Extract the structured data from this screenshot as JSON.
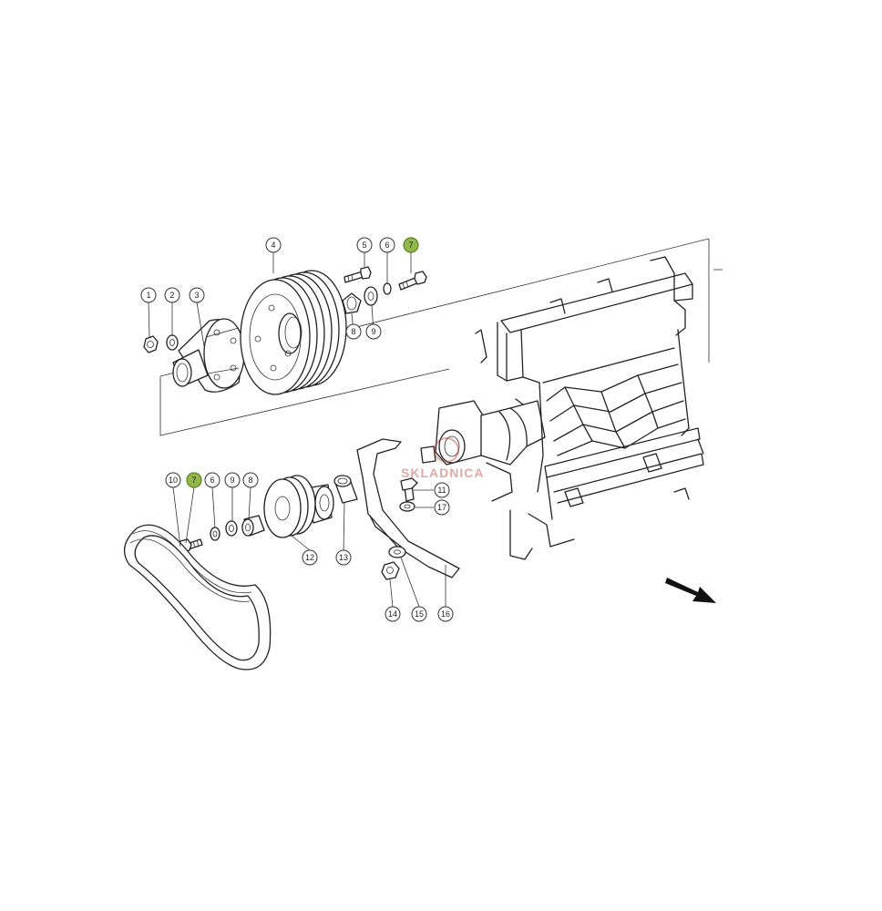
{
  "watermark": "SKLADNICA",
  "colors": {
    "highlight": "#93b84a",
    "line": "#222222",
    "watermark": "#c0413b"
  },
  "callouts": [
    {
      "id": "c1",
      "label": "1"
    },
    {
      "id": "c2",
      "label": "2"
    },
    {
      "id": "c3",
      "label": "3"
    },
    {
      "id": "c4",
      "label": "4"
    },
    {
      "id": "c5",
      "label": "5"
    },
    {
      "id": "c6top",
      "label": "6"
    },
    {
      "id": "c7top",
      "label": "7",
      "highlighted": true
    },
    {
      "id": "c8top",
      "label": "8"
    },
    {
      "id": "c9top",
      "label": "9"
    },
    {
      "id": "c10",
      "label": "10"
    },
    {
      "id": "c7bot",
      "label": "7",
      "highlighted": true
    },
    {
      "id": "c6bot",
      "label": "6"
    },
    {
      "id": "c9bot",
      "label": "9"
    },
    {
      "id": "c8bot",
      "label": "8"
    },
    {
      "id": "c11",
      "label": "11"
    },
    {
      "id": "c12",
      "label": "12"
    },
    {
      "id": "c13",
      "label": "13"
    },
    {
      "id": "c14",
      "label": "14"
    },
    {
      "id": "c15",
      "label": "15"
    },
    {
      "id": "c16",
      "label": "16"
    },
    {
      "id": "c17",
      "label": "17"
    }
  ]
}
